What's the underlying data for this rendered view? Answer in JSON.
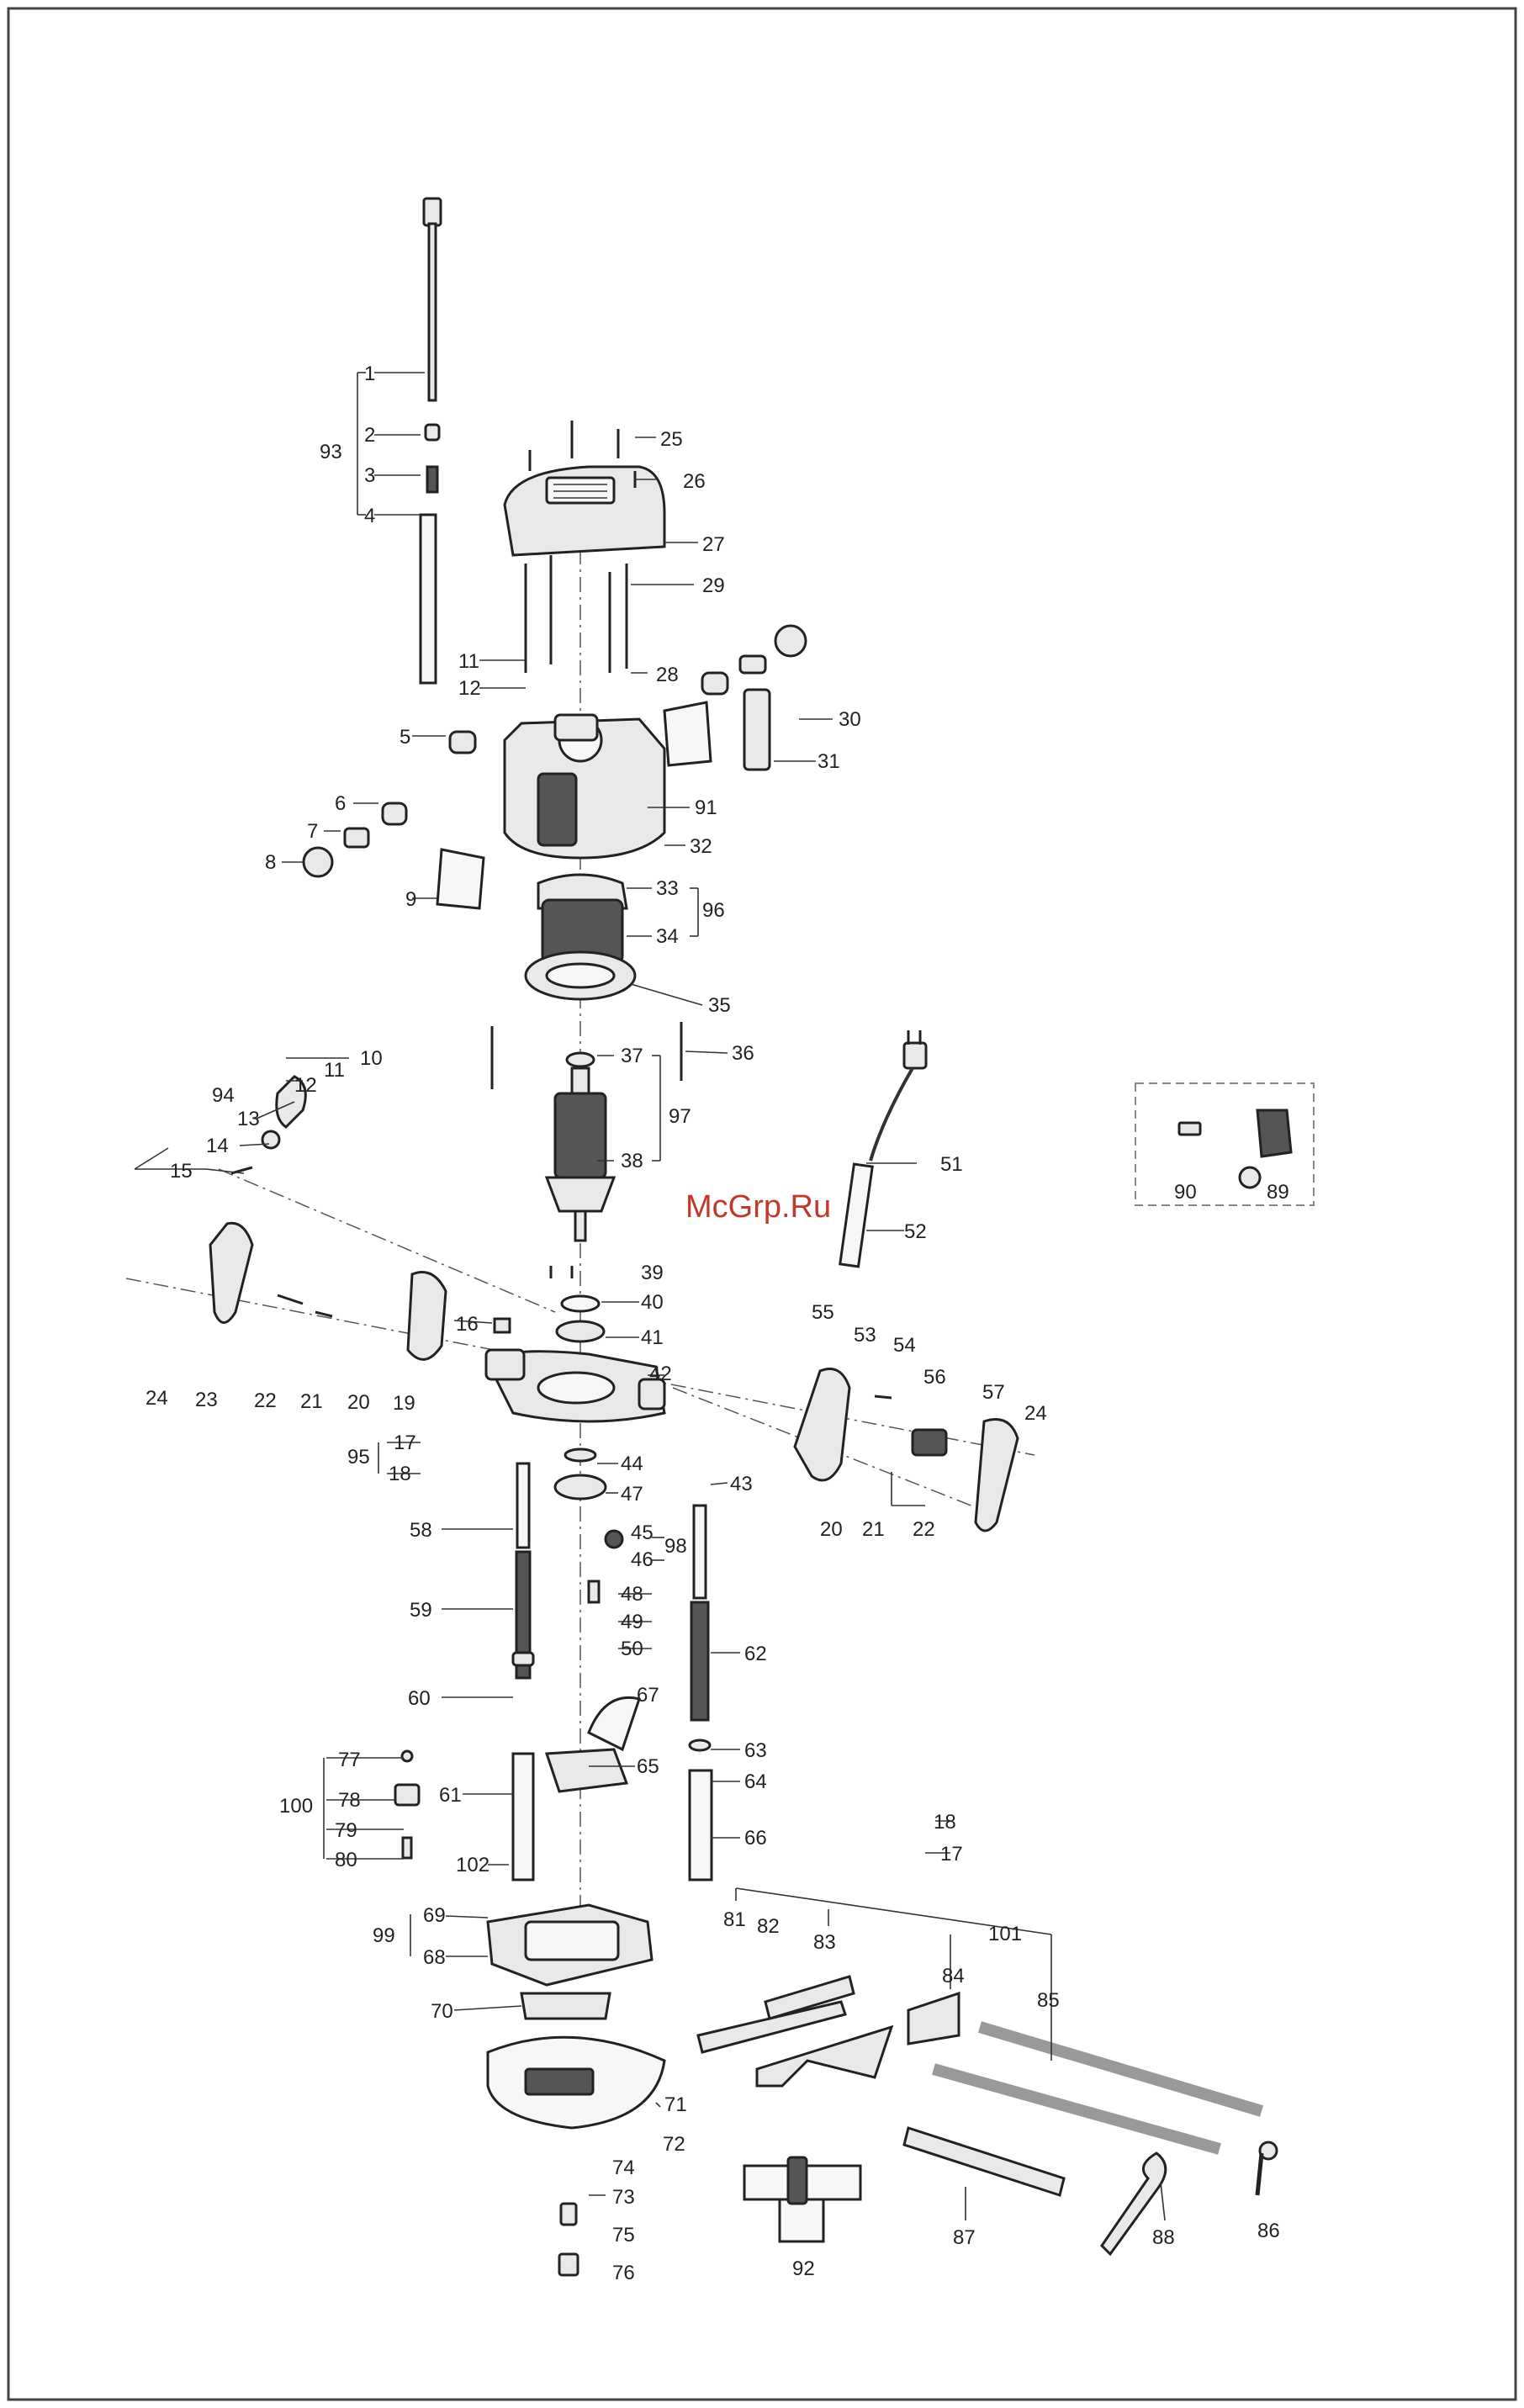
{
  "watermark": "McGrp.Ru",
  "colors": {
    "line": "#222222",
    "fill": "#e9e9e9",
    "watermark": "#c0392b"
  },
  "callouts": {
    "c1": "1",
    "c2": "2",
    "c3": "3",
    "c4": "4",
    "c5": "5",
    "c6": "6",
    "c7": "7",
    "c8": "8",
    "c9": "9",
    "c10": "10",
    "c11a": "11",
    "c11b": "11",
    "c12a": "12",
    "c12b": "12",
    "c13": "13",
    "c14": "14",
    "c15": "15",
    "c16": "16",
    "c17a": "17",
    "c17b": "17",
    "c18a": "18",
    "c18b": "18",
    "c19": "19",
    "c20a": "20",
    "c20b": "20",
    "c21a": "21",
    "c21b": "21",
    "c22a": "22",
    "c22b": "22",
    "c23": "23",
    "c24a": "24",
    "c24b": "24",
    "c25": "25",
    "c26": "26",
    "c27": "27",
    "c28": "28",
    "c29": "29",
    "c30": "30",
    "c31": "31",
    "c32": "32",
    "c33": "33",
    "c34": "34",
    "c35": "35",
    "c36": "36",
    "c37": "37",
    "c38": "38",
    "c39": "39",
    "c40": "40",
    "c41": "41",
    "c42": "42",
    "c43": "43",
    "c44": "44",
    "c45": "45",
    "c46": "46",
    "c47": "47",
    "c48": "48",
    "c49": "49",
    "c50": "50",
    "c51": "51",
    "c52": "52",
    "c53": "53",
    "c54": "54",
    "c55": "55",
    "c56": "56",
    "c57": "57",
    "c58": "58",
    "c59": "59",
    "c60": "60",
    "c61": "61",
    "c62": "62",
    "c63": "63",
    "c64": "64",
    "c65": "65",
    "c66": "66",
    "c67": "67",
    "c68": "68",
    "c69": "69",
    "c70": "70",
    "c71": "71",
    "c72": "72",
    "c73": "73",
    "c74": "74",
    "c75": "75",
    "c76": "76",
    "c77": "77",
    "c78": "78",
    "c79": "79",
    "c80": "80",
    "c81": "81",
    "c82": "82",
    "c83": "83",
    "c84": "84",
    "c85": "85",
    "c86": "86",
    "c87": "87",
    "c88": "88",
    "c89": "89",
    "c90": "90",
    "c91": "91",
    "c92": "92",
    "c93": "93",
    "c94": "94",
    "c95": "95",
    "c96": "96",
    "c97": "97",
    "c98": "98",
    "c99": "99",
    "c100": "100",
    "c101": "101",
    "c102": "102"
  }
}
